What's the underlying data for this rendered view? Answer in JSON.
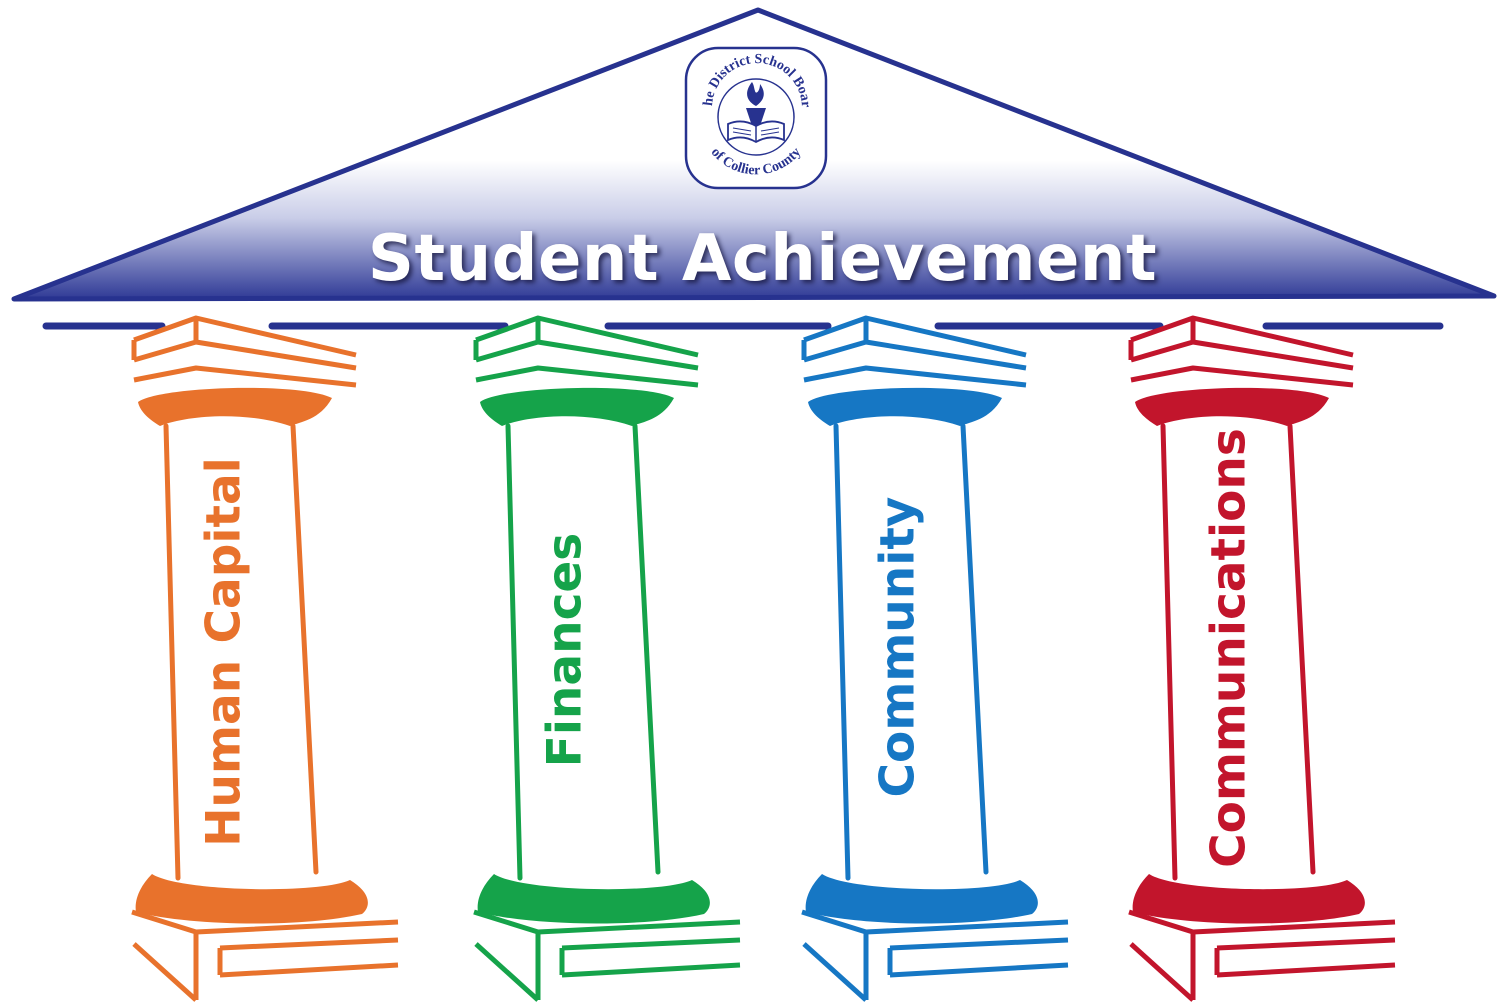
{
  "roof": {
    "title": "Student Achievement",
    "color": "#27328f"
  },
  "seal": {
    "top_text": "The District School Board",
    "bottom_text": "of Collier County",
    "icon": "torch-and-book-icon",
    "color": "#27328f"
  },
  "pillars": [
    {
      "label": "Human Capital",
      "color": "#e8722c"
    },
    {
      "label": "Finances",
      "color": "#15a34a"
    },
    {
      "label": "Community",
      "color": "#1677c4"
    },
    {
      "label": "Communications",
      "color": "#c2152c"
    }
  ]
}
